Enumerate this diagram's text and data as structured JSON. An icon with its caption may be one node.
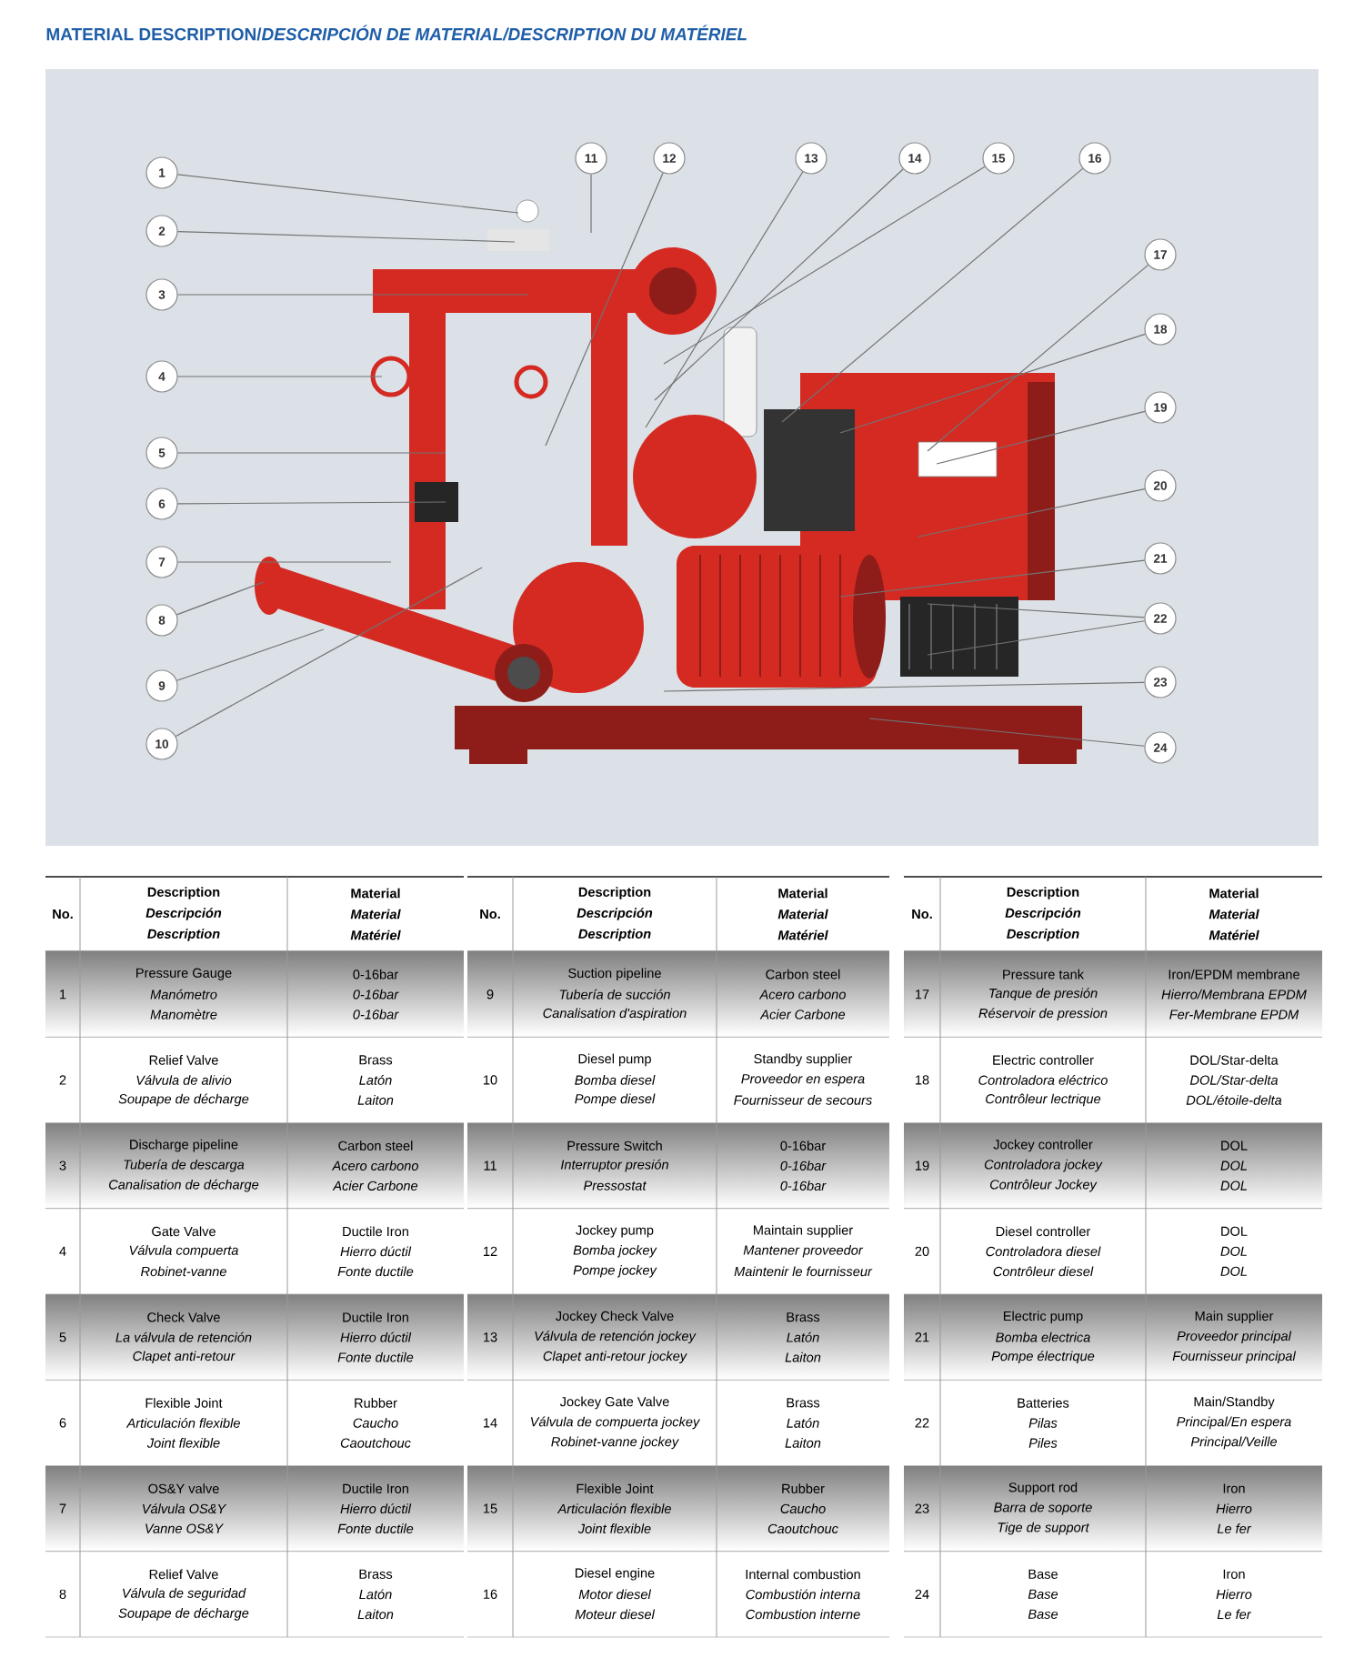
{
  "diagram": {
    "title": "MATERIAL DESCRIPTION/*DESCRIPCIÓN DE MATERIAL/DESCRIPTION DU MATÉRIEL*",
    "nodes": [
      {
        "text": [
          "1"
        ]
      },
      {
        "text": [
          "2"
        ]
      },
      {
        "text": [
          "3"
        ]
      },
      {
        "text": [
          "4"
        ]
      },
      {
        "text": [
          "5"
        ]
      },
      {
        "text": [
          "6"
        ]
      },
      {
        "text": [
          "7"
        ]
      },
      {
        "text": [
          "8"
        ]
      },
      {
        "text": [
          "9"
        ]
      },
      {
        "text": [
          "10"
        ]
      },
      {
        "text": [
          "11"
        ]
      },
      {
        "text": [
          "12"
        ]
      },
      {
        "text": [
          "13"
        ]
      },
      {
        "text": [
          "14"
        ]
      },
      {
        "text": [
          "15"
        ]
      },
      {
        "text": [
          "16"
        ]
      },
      {
        "text": [
          "17"
        ]
      },
      {
        "text": [
          "18"
        ]
      },
      {
        "text": [
          "19"
        ]
      },
      {
        "text": [
          "20"
        ]
      },
      {
        "text": [
          "21"
        ]
      },
      {
        "text": [
          "22"
        ]
      },
      {
        "text": [
          "23"
        ]
      },
      {
        "text": [
          "24"
        ]
      }
    ],
    "edges": [
      {
        "from": 0,
        "to": null,
        "arrow": "none"
      },
      {
        "from": 1,
        "to": null,
        "arrow": "none"
      },
      {
        "from": 2,
        "to": null,
        "arrow": "none"
      },
      {
        "from": 3,
        "to": null,
        "arrow": "none"
      },
      {
        "from": 4,
        "to": null,
        "arrow": "none"
      },
      {
        "from": 5,
        "to": null,
        "arrow": "none"
      },
      {
        "from": 6,
        "to": null,
        "arrow": "none"
      },
      {
        "from": 7,
        "to": null,
        "arrow": "none"
      },
      {
        "from": 8,
        "to": null,
        "arrow": "none"
      },
      {
        "from": 9,
        "to": null,
        "arrow": "none"
      },
      {
        "from": 10,
        "to": null,
        "arrow": "none"
      },
      {
        "from": 11,
        "to": null,
        "arrow": "none"
      },
      {
        "from": 12,
        "to": null,
        "arrow": "none"
      },
      {
        "from": 13,
        "to": null,
        "arrow": "none"
      },
      {
        "from": 14,
        "to": null,
        "arrow": "none"
      },
      {
        "from": 15,
        "to": null,
        "arrow": "none"
      },
      {
        "from": 16,
        "to": null,
        "arrow": "none"
      },
      {
        "from": 17,
        "to": null,
        "arrow": "none"
      },
      {
        "from": 18,
        "to": null,
        "arrow": "none"
      },
      {
        "from": 19,
        "to": null,
        "arrow": "none"
      },
      {
        "from": 20,
        "to": null,
        "arrow": "none"
      },
      {
        "from": 21,
        "to": null,
        "arrow": "none"
      },
      {
        "from": 21,
        "to": null,
        "arrow": "none"
      },
      {
        "from": 22,
        "to": null,
        "arrow": "none"
      },
      {
        "from": 23,
        "to": null,
        "arrow": "none"
      }
    ],
    "labels": [
      "No.",
      "Description",
      "Descripción",
      "Description",
      "Material",
      "Material",
      "Matériel",
      "1",
      "Pressure Gauge",
      "Manómetro",
      "Manomètre",
      "0-16bar",
      "0-16bar",
      "0-16bar",
      "2",
      "Relief Valve",
      "Válvula de alivio",
      "Soupape de décharge",
      "Brass",
      "Latón",
      "Laiton",
      "3",
      "Discharge pipeline",
      "Tubería de descarga",
      "Canalisation de décharge",
      "Carbon steel",
      "Acero carbono",
      "Acier Carbone",
      "4",
      "Gate Valve",
      "Válvula compuerta",
      "Robinet-vanne",
      "Ductile Iron",
      "Hierro dúctil",
      "Fonte ductile",
      "5",
      "Check Valve",
      "La válvula de retención",
      "Clapet anti-retour",
      "Ductile Iron",
      "Hierro dúctil",
      "Fonte ductile",
      "6",
      "Flexible Joint",
      "Articulación flexible",
      "Joint flexible",
      "Rubber",
      "Caucho",
      "Caoutchouc",
      "7",
      "OS&Y valve",
      "Válvula OS&Y",
      "Vanne OS&Y",
      "Ductile Iron",
      "Hierro dúctil",
      "Fonte ductile",
      "8",
      "Relief Valve",
      "Válvula de seguridad",
      "Soupape de décharge",
      "Brass",
      "Latón",
      "Laiton",
      "No.",
      "Description",
      "Descripción",
      "Description",
      "Material",
      "Material",
      "Matériel",
      "9",
      "Suction pipeline",
      "Tubería de succión",
      "Canalisation d'aspiration",
      "Carbon steel",
      "Acero carbono",
      "Acier Carbone",
      "10",
      "Diesel pump",
      "Bomba diesel",
      "Pompe diesel",
      "Standby supplier",
      "Proveedor en espera",
      "Fournisseur de secours",
      "11",
      "Pressure Switch",
      "Interruptor presión",
      "Pressostat",
      "0-16bar",
      "0-16bar",
      "0-16bar",
      "12",
      "Jockey pump",
      "Bomba jockey",
      "Pompe jockey",
      "Maintain supplier",
      "Mantener proveedor",
      "Maintenir le fournisseur",
      "13",
      "Jockey Check Valve",
      "Válvula de retención jockey",
      "Clapet anti-retour jockey",
      "Brass",
      "Latón",
      "Laiton",
      "14",
      "Jockey Gate Valve",
      "Válvula de compuerta jockey",
      "Robinet-vanne jockey",
      "Brass",
      "Latón",
      "Laiton",
      "15",
      "Flexible Joint",
      "Articulación flexible",
      "Joint flexible",
      "Rubber",
      "Caucho",
      "Caoutchouc",
      "16",
      "Diesel engine",
      "Motor diesel",
      "Moteur diesel",
      "Internal combustion",
      "Combustión interna",
      "Combustion interne",
      "No.",
      "Description",
      "Descripción",
      "Description",
      "Material",
      "Material",
      "Matériel",
      "17",
      "Pressure tank",
      "Tanque de presión",
      "Réservoir de pression",
      "Iron/EPDM membrane",
      "Hierro/Membrana EPDM",
      "Fer-Membrane EPDM",
      "18",
      "Electric controller",
      "Controladora eléctrico",
      "Contrôleur lectrique",
      "DOL/Star-delta",
      "DOL/Star-delta",
      "DOL/étoile-delta",
      "19",
      "Jockey controller",
      "Controladora jockey",
      "Contrôleur Jockey",
      "DOL",
      "DOL",
      "DOL",
      "20",
      "Diesel controller",
      "Controladora diesel",
      "Contrôleur diesel",
      "DOL",
      "DOL",
      "DOL",
      "21",
      "Electric pump",
      "Bomba electrica",
      "Pompe électrique",
      "Main supplier",
      "Proveedor principal",
      "Fournisseur principal",
      "22",
      "Batteries",
      "Pilas",
      "Piles",
      "Main/Standby",
      "Principal/En espera",
      "Principal/Veille",
      "23",
      "Support rod",
      "Barra de soporte",
      "Tige de support",
      "Iron",
      "Hierro",
      "Le fer",
      "24",
      "Base",
      "Base",
      "Base",
      "Iron",
      "Hierro",
      "Le fer"
    ]
  }
}
